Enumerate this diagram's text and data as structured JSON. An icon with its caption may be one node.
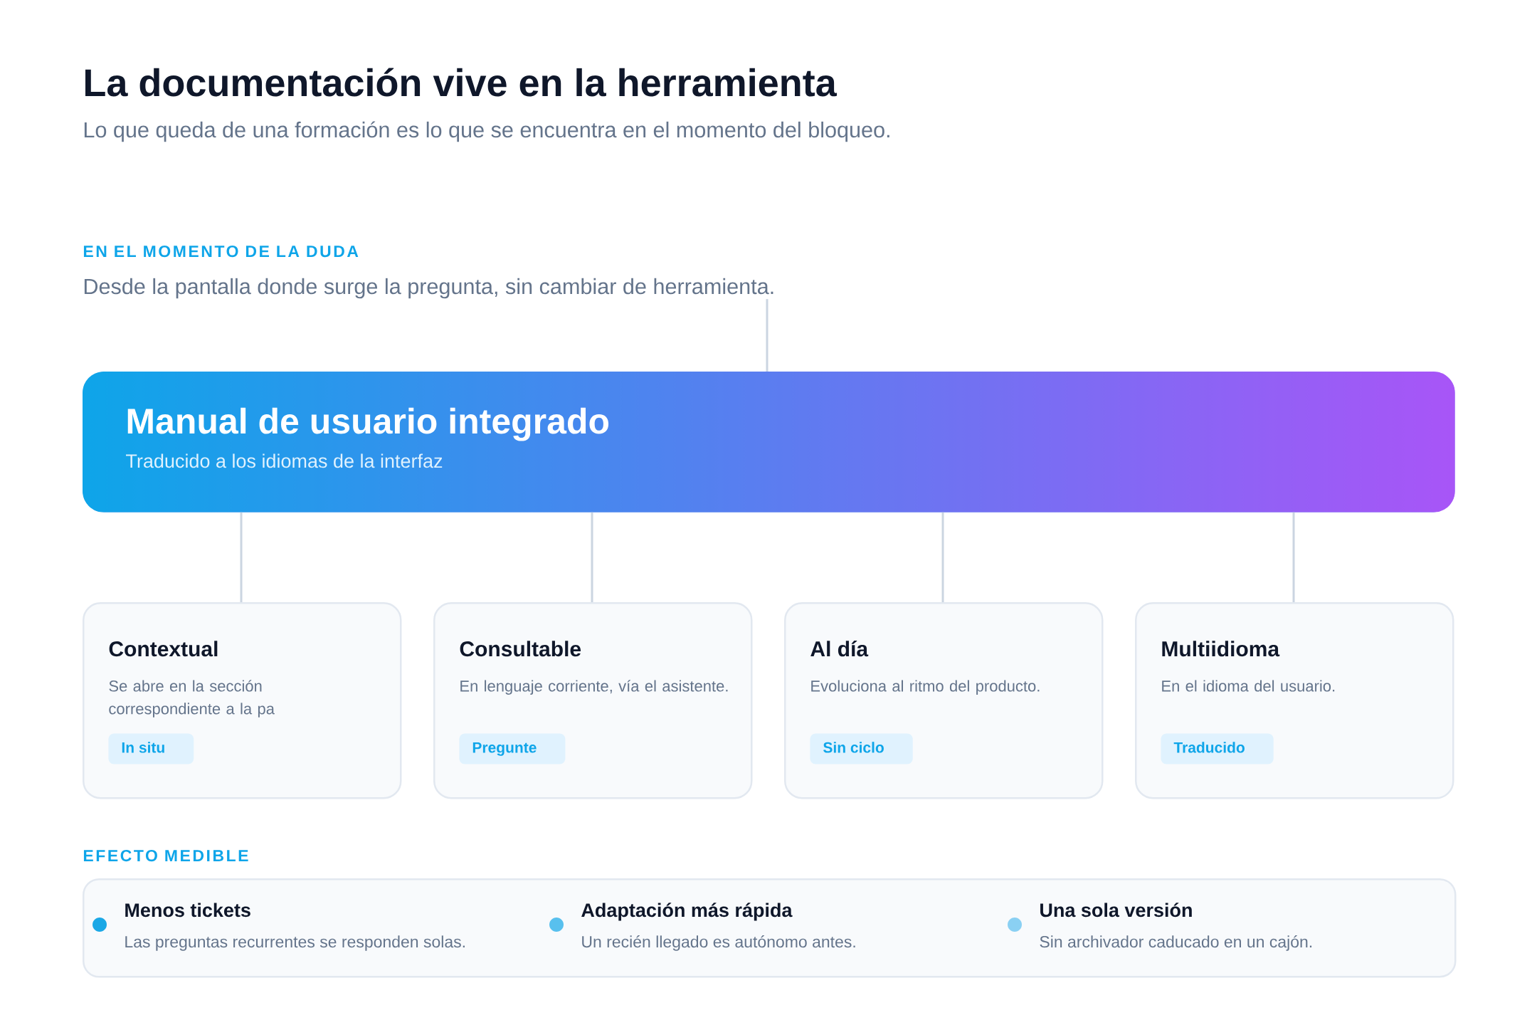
{
  "diagram": {
    "title": "La documentación vive en la herramienta",
    "nodes": [
      {
        "text": [
          "EN EL MOMENTO DE LA DUDA",
          "Desde la pantalla donde surge la pregunta, sin cambiar de herramienta."
        ]
      },
      {
        "text": [
          "Manual de usuario integrado",
          "Traducido a los idiomas de la interfaz"
        ]
      },
      {
        "text": [
          "Contextual",
          "Se abre en la sección correspondiente a la pa"
        ]
      },
      {
        "text": [
          "In situ"
        ],
        "in": 2
      },
      {
        "text": [
          "Consultable",
          "En lenguaje corriente, vía el asistente."
        ]
      },
      {
        "text": [
          "Pregunte"
        ],
        "in": 4
      },
      {
        "text": [
          "Al día",
          "Evoluciona al ritmo del producto."
        ]
      },
      {
        "text": [
          "Sin ciclo"
        ],
        "in": 6
      },
      {
        "text": [
          "Multiidioma",
          "En el idioma del usuario."
        ]
      },
      {
        "text": [
          "Traducido"
        ],
        "in": 8
      },
      {
        "text": [
          "EFECTO MEDIBLE",
          "Menos tickets",
          "Las preguntas recurrentes se responden solas.",
          "Adaptación más rápida",
          "Un recién llegado es autónomo antes.",
          "Una sola versión",
          "Sin archivador caducado en un cajón."
        ]
      }
    ],
    "edges": [
      {
        "from": 0,
        "to": 1,
        "arrow": "none"
      },
      {
        "from": 1,
        "to": 2,
        "arrow": "none"
      },
      {
        "from": 1,
        "to": 4,
        "arrow": "none"
      },
      {
        "from": 1,
        "to": 6,
        "arrow": "none"
      },
      {
        "from": 1,
        "to": 8,
        "arrow": "none"
      }
    ],
    "labels": [
      "Lo que queda de una formación es lo que se encuentra en el momento del bloqueo."
    ]
  }
}
